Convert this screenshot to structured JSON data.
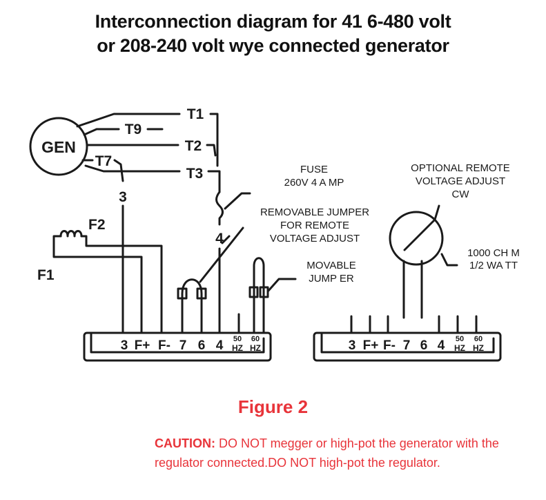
{
  "title": {
    "line1": "Interconnection diagram for 41 6-480 volt",
    "line2": "or 208-240 volt wye connected generator"
  },
  "diagram": {
    "gen": "GEN",
    "leads": [
      "T1",
      "T9",
      "T2",
      "T7",
      "T3"
    ],
    "lead_3": "3",
    "lead_4": "4",
    "f1": "F1",
    "f2": "F2",
    "fuse": {
      "line1": "FUSE",
      "line2": "260V  4 A MP"
    },
    "removable_jumper": {
      "line1": "REMOVABLE JUMPER",
      "line2": "FOR REMOTE",
      "line3": "VOLTAGE ADJUST"
    },
    "movable_jumper": {
      "line1": "MOVABLE",
      "line2": "JUMP ER"
    },
    "optional_remote": {
      "line1": "OPTIONAL REMOTE",
      "line2": "VOLTAGE ADJUST",
      "line3": "CW"
    },
    "resistor": {
      "line1": "1000 CH M",
      "line2": "1/2 WA TT"
    },
    "terminals_left": [
      "3",
      "F+",
      "F-",
      "7",
      "6",
      "4"
    ],
    "terminals_right": [
      "3",
      "F+",
      "F-",
      "7",
      "6",
      "4"
    ],
    "hz_50": {
      "num": "50",
      "unit": "HZ"
    },
    "hz_60": {
      "num": "60",
      "unit": "HZ"
    }
  },
  "figure_label": "Figure 2",
  "caution": {
    "label": "CAUTION:",
    "text": " DO NOT megger or high-pot the generator with the regulator connected.DO NOT high-pot the regulator."
  },
  "colors": {
    "accent": "#e8343a",
    "ink": "#1a1a1a"
  }
}
